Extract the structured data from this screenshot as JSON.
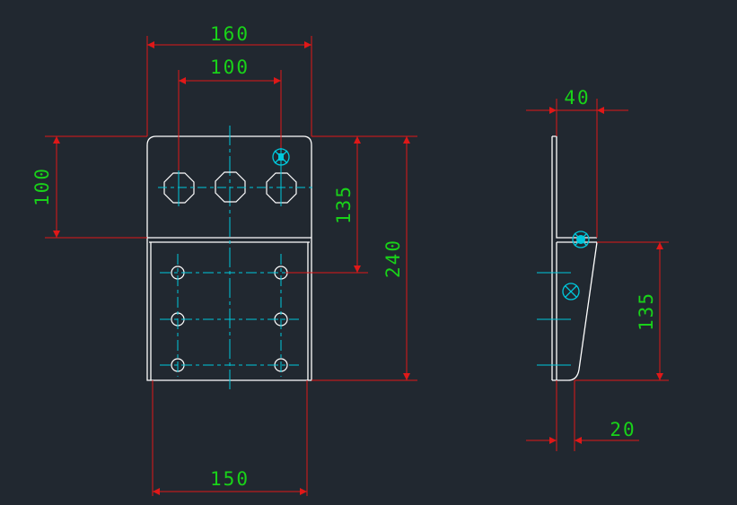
{
  "colors": {
    "background": "#212830",
    "outline": "#ffffff",
    "centerline": "#00c8dc",
    "dimension_line": "#e01818",
    "dimension_text": "#19d219"
  },
  "dimensions": {
    "front_width_total": "160",
    "front_hole_spacing": "100",
    "front_upper_height": "100",
    "front_hole_to_bottom_holes": "135",
    "front_height_total": "240",
    "front_bottom_width": "150",
    "side_top_width": "40",
    "side_lower_height": "135",
    "side_bottom_offset": "20"
  }
}
